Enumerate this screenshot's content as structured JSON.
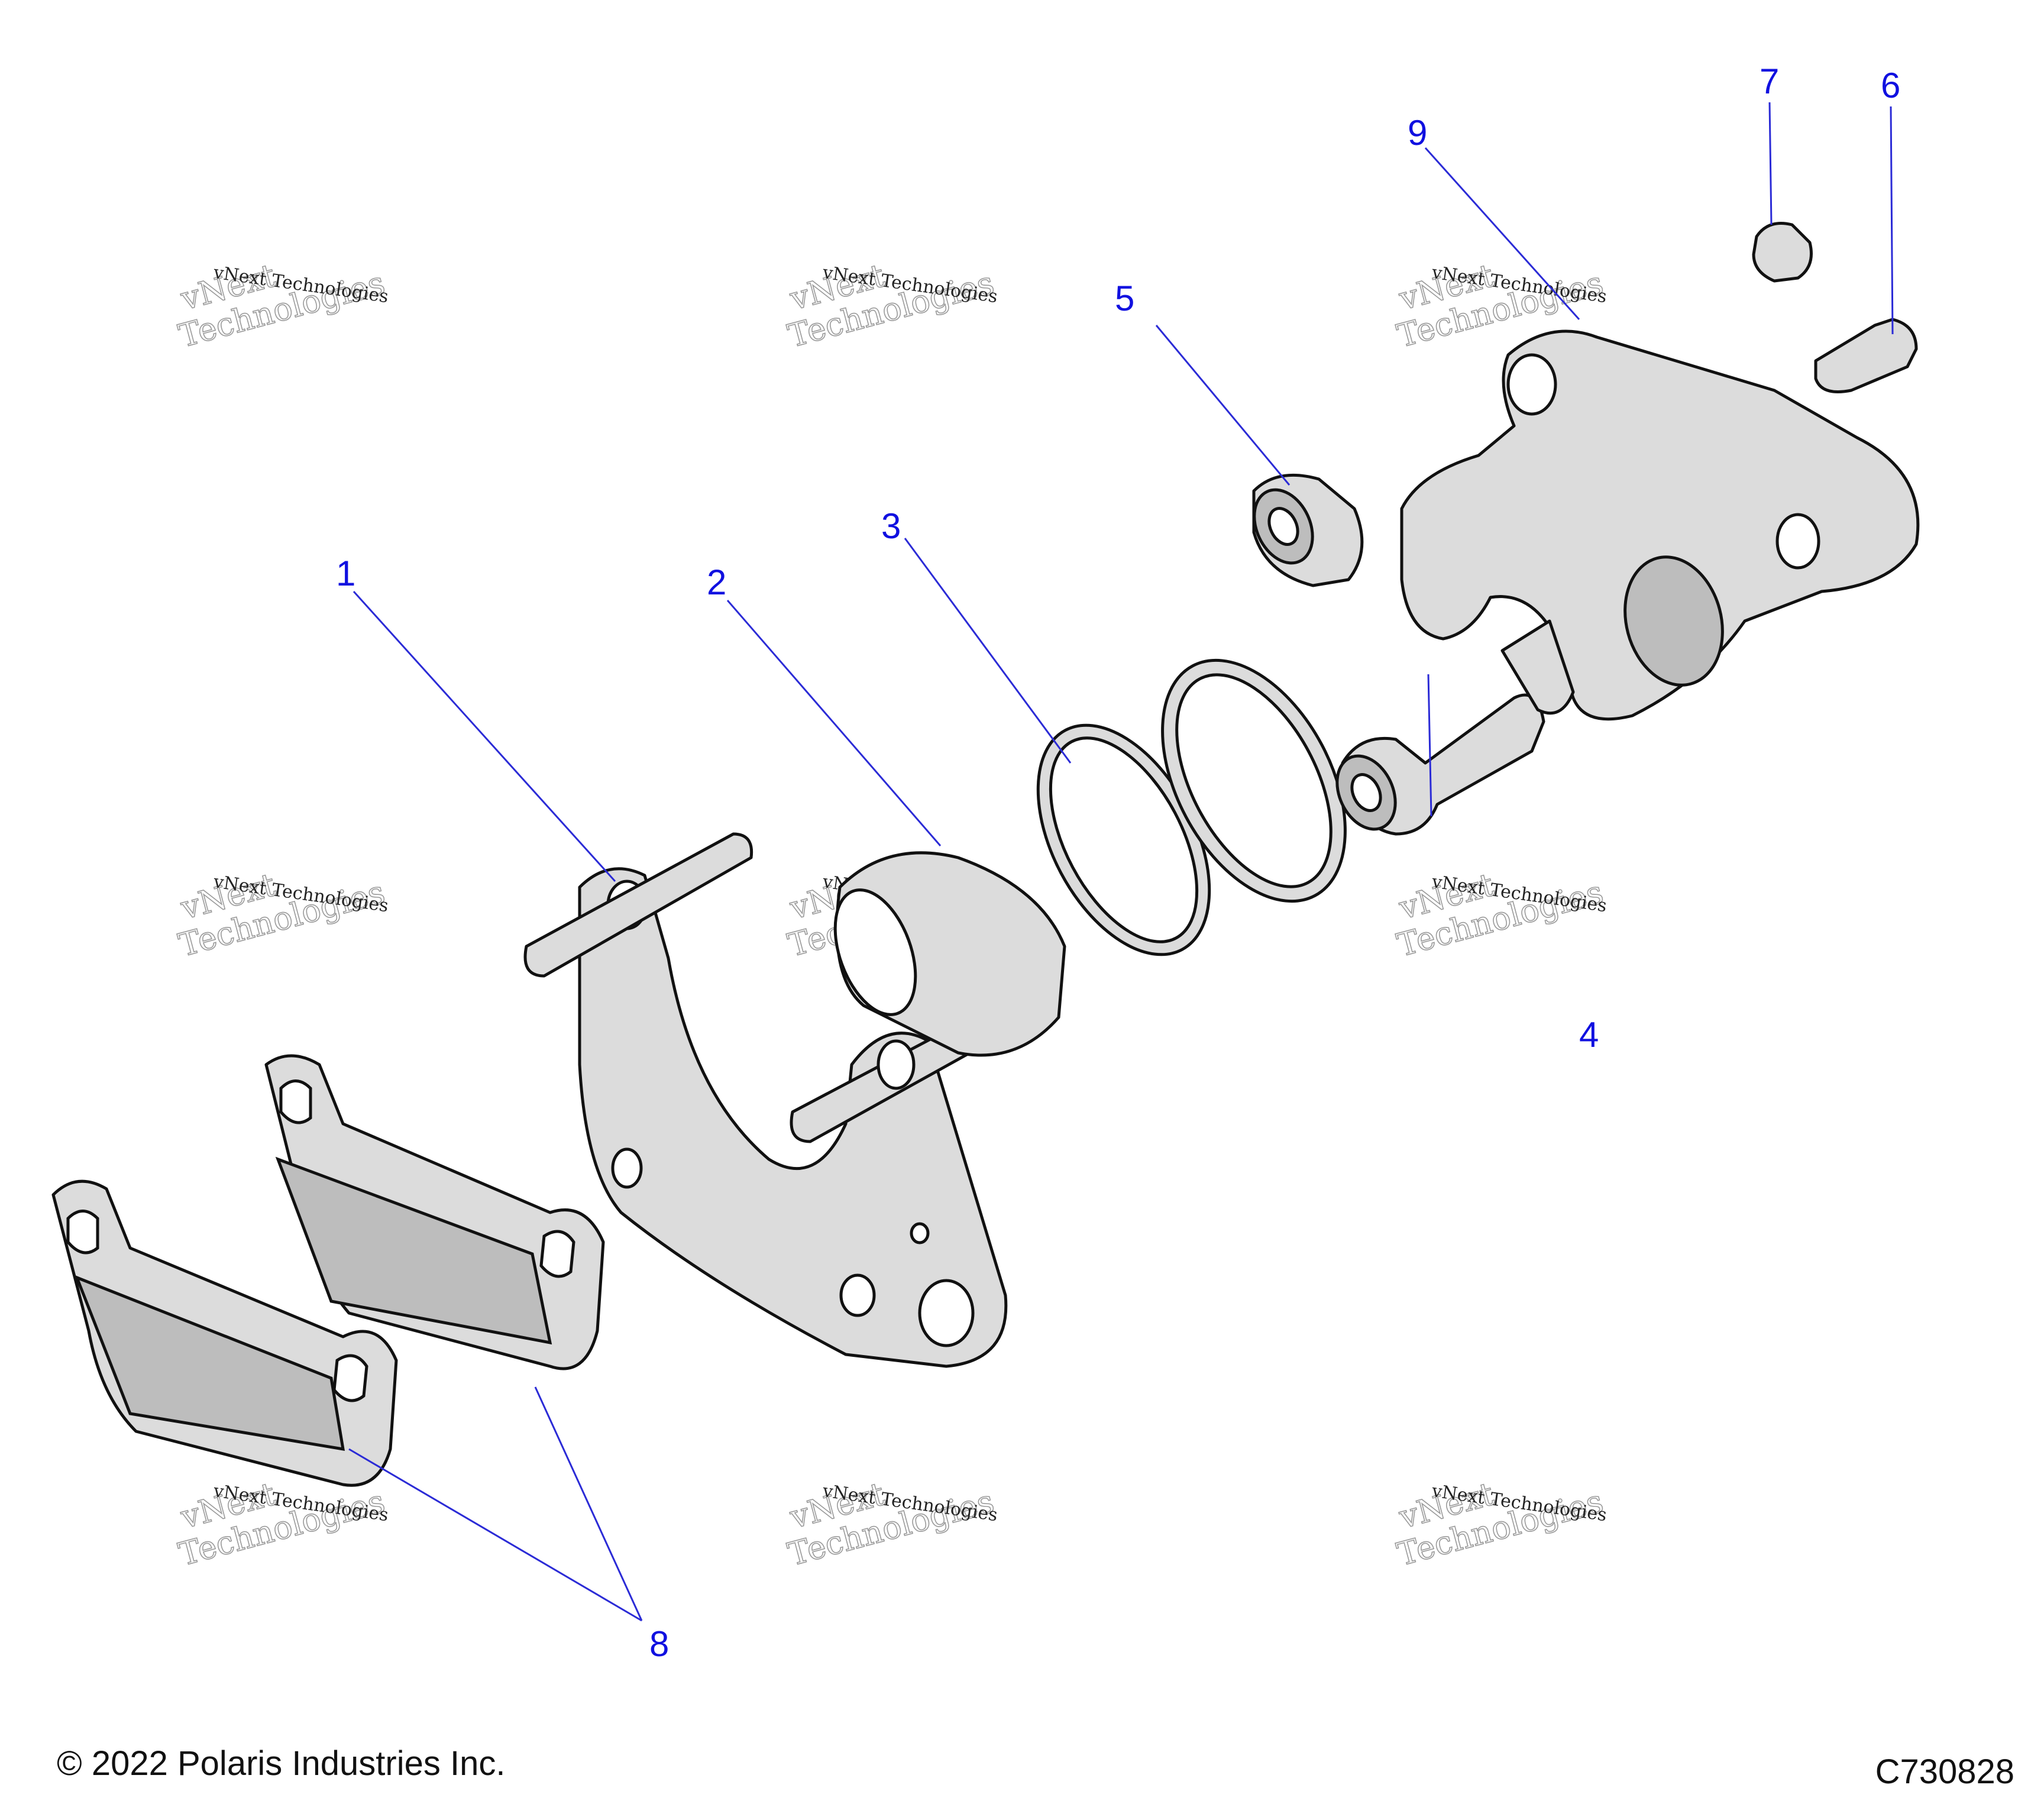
{
  "callouts": {
    "c1": "1",
    "c2": "2",
    "c3": "3",
    "c4": "4",
    "c5": "5",
    "c6": "6",
    "c7": "7",
    "c8": "8",
    "c9": "9"
  },
  "watermark": {
    "line_small": "vNext Technologies",
    "line_big_1": "vNext",
    "line_big_2": "Technologies"
  },
  "footer": {
    "copyright": "© 2022 Polaris Industries Inc.",
    "drawing_id": "C730828"
  },
  "colors": {
    "callout": "#1010e0",
    "leader": "#2b2bd6",
    "part_fill": "#dcdcdc"
  }
}
